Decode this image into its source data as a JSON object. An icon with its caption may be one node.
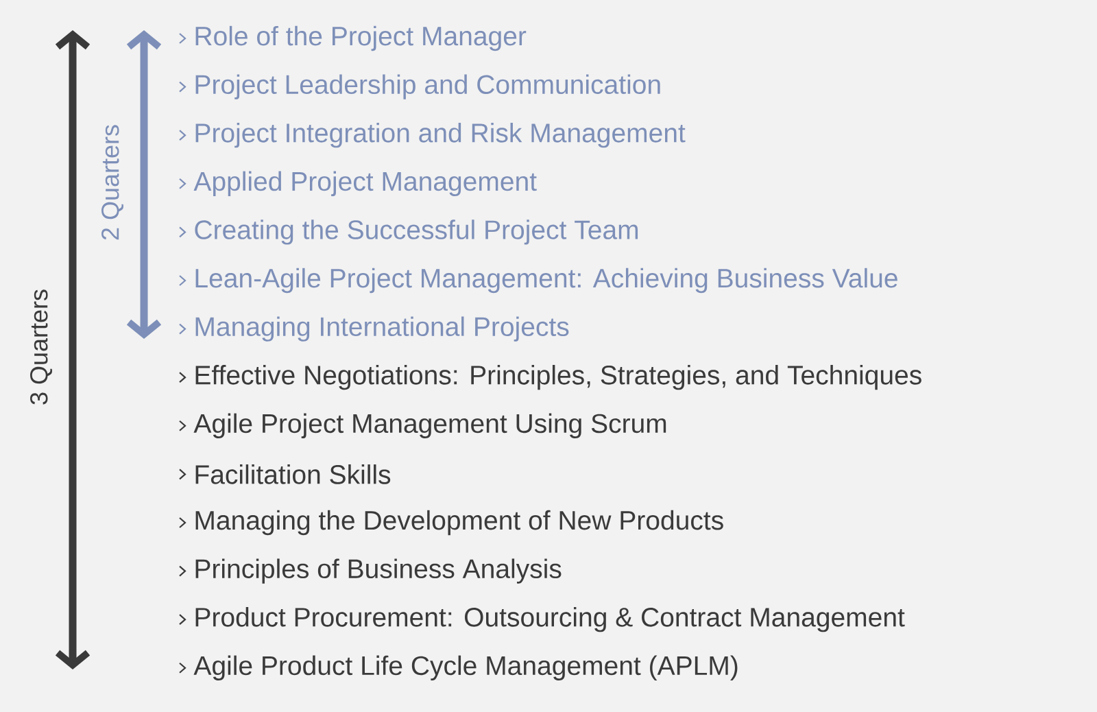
{
  "diagram": {
    "labels": [
      "3 Quarters",
      "2 Quarters",
      "Role of the Project Manager",
      "Project Leadership and Communication",
      "Project Integration and Risk Management",
      "Applied Project Management",
      "Creating the Successful Project Team",
      "Lean-Agile Project Management: Achieving Business Value",
      "Managing International Projects",
      "Effective Negotiations: Principles, Strategies, and Techniques",
      "Agile Project Management Using Scrum",
      "Facilitation Skills",
      "Managing the Development of New Products",
      "Principles of Business Analysis",
      "Product Procurement: Outsourcing & Contract Management",
      "Agile Product Life Cycle Management (APLM)"
    ]
  }
}
